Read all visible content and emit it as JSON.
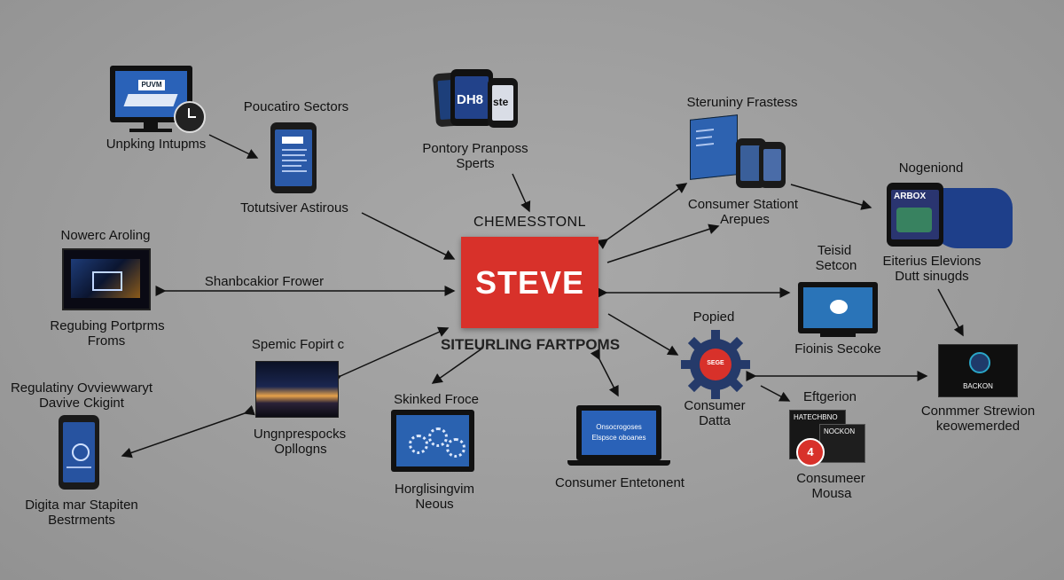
{
  "center": {
    "title_above": "CHEMESSTONL",
    "name": "STEVE",
    "title_below": "SITEURLING FARTPOMS"
  },
  "labels": {
    "unpking_intupms": "Unpking Intupms",
    "poucatiro_sectors": "Poucatiro Sectors",
    "totutsiver_astirous": "Totutsiver Astirous",
    "pontory_pranposs": "Pontory Pranposs",
    "sperts": "Sperts",
    "steruniny_frastess": "Steruniny Frastess",
    "consumer_stationt": "Consumer Stationt",
    "arepues": "Arepues",
    "nogeniond": "Nogeniond",
    "eiterius_elevions": "Eiterius Elevions",
    "dutt_sinugds": "Dutt sinugds",
    "nowerc_aroling": "Nowerc Aroling",
    "regubing_portprms": "Regubing Portprms",
    "froms": "Froms",
    "shanbcakior_frower": "Shanbcakior Frower",
    "teisid": "Teisid",
    "setcon": "Setcon",
    "fioinis_secoke": "Fioinis Secoke",
    "popied": "Popied",
    "consumer": "Consumer",
    "datta": "Datta",
    "regulatiny_oviewwaryt": "Regulatiny Ovviewwaryt",
    "davive_ckigint": "Davive Ckigint",
    "digita_mar_stapiten": "Digita mar Stapiten",
    "bestrments": "Bestrments",
    "spemic_fopirt": "Spemic Fopirt c",
    "ungnprespocks": "Ungnprespocks",
    "opllogns": "Opllogns",
    "skinked_froce": "Skinked Froce",
    "horglisingvim": "Horglisingvim",
    "neous": "Neous",
    "consumer_entetonent": "Consumer Entetonent",
    "eftgerion": "Eftgerion",
    "consumeer": "Consumeer",
    "mousa": "Mousa",
    "conmmer_strewion": "Conmmer Strewion",
    "keowemerded": "keowemerded"
  },
  "icon_text": {
    "laptop_badge": "PUVM",
    "tablet_stack": "DH8",
    "tablet_stack_b": "ste",
    "gear_badge": "SEGE",
    "map_screen": "ARBOX",
    "dark_monitor": "BACKON",
    "dark_screen_a": "HATECHBNO",
    "dark_screen_b": "NOCKON",
    "red_circle": "4",
    "laptop_screen_line1": "Onsocrogoses",
    "laptop_screen_line2": "Elspsce oboanes"
  },
  "colors": {
    "center_box": "#d8312a",
    "screen_blue": "#2e5fa3",
    "background": "#9c9c9c"
  }
}
